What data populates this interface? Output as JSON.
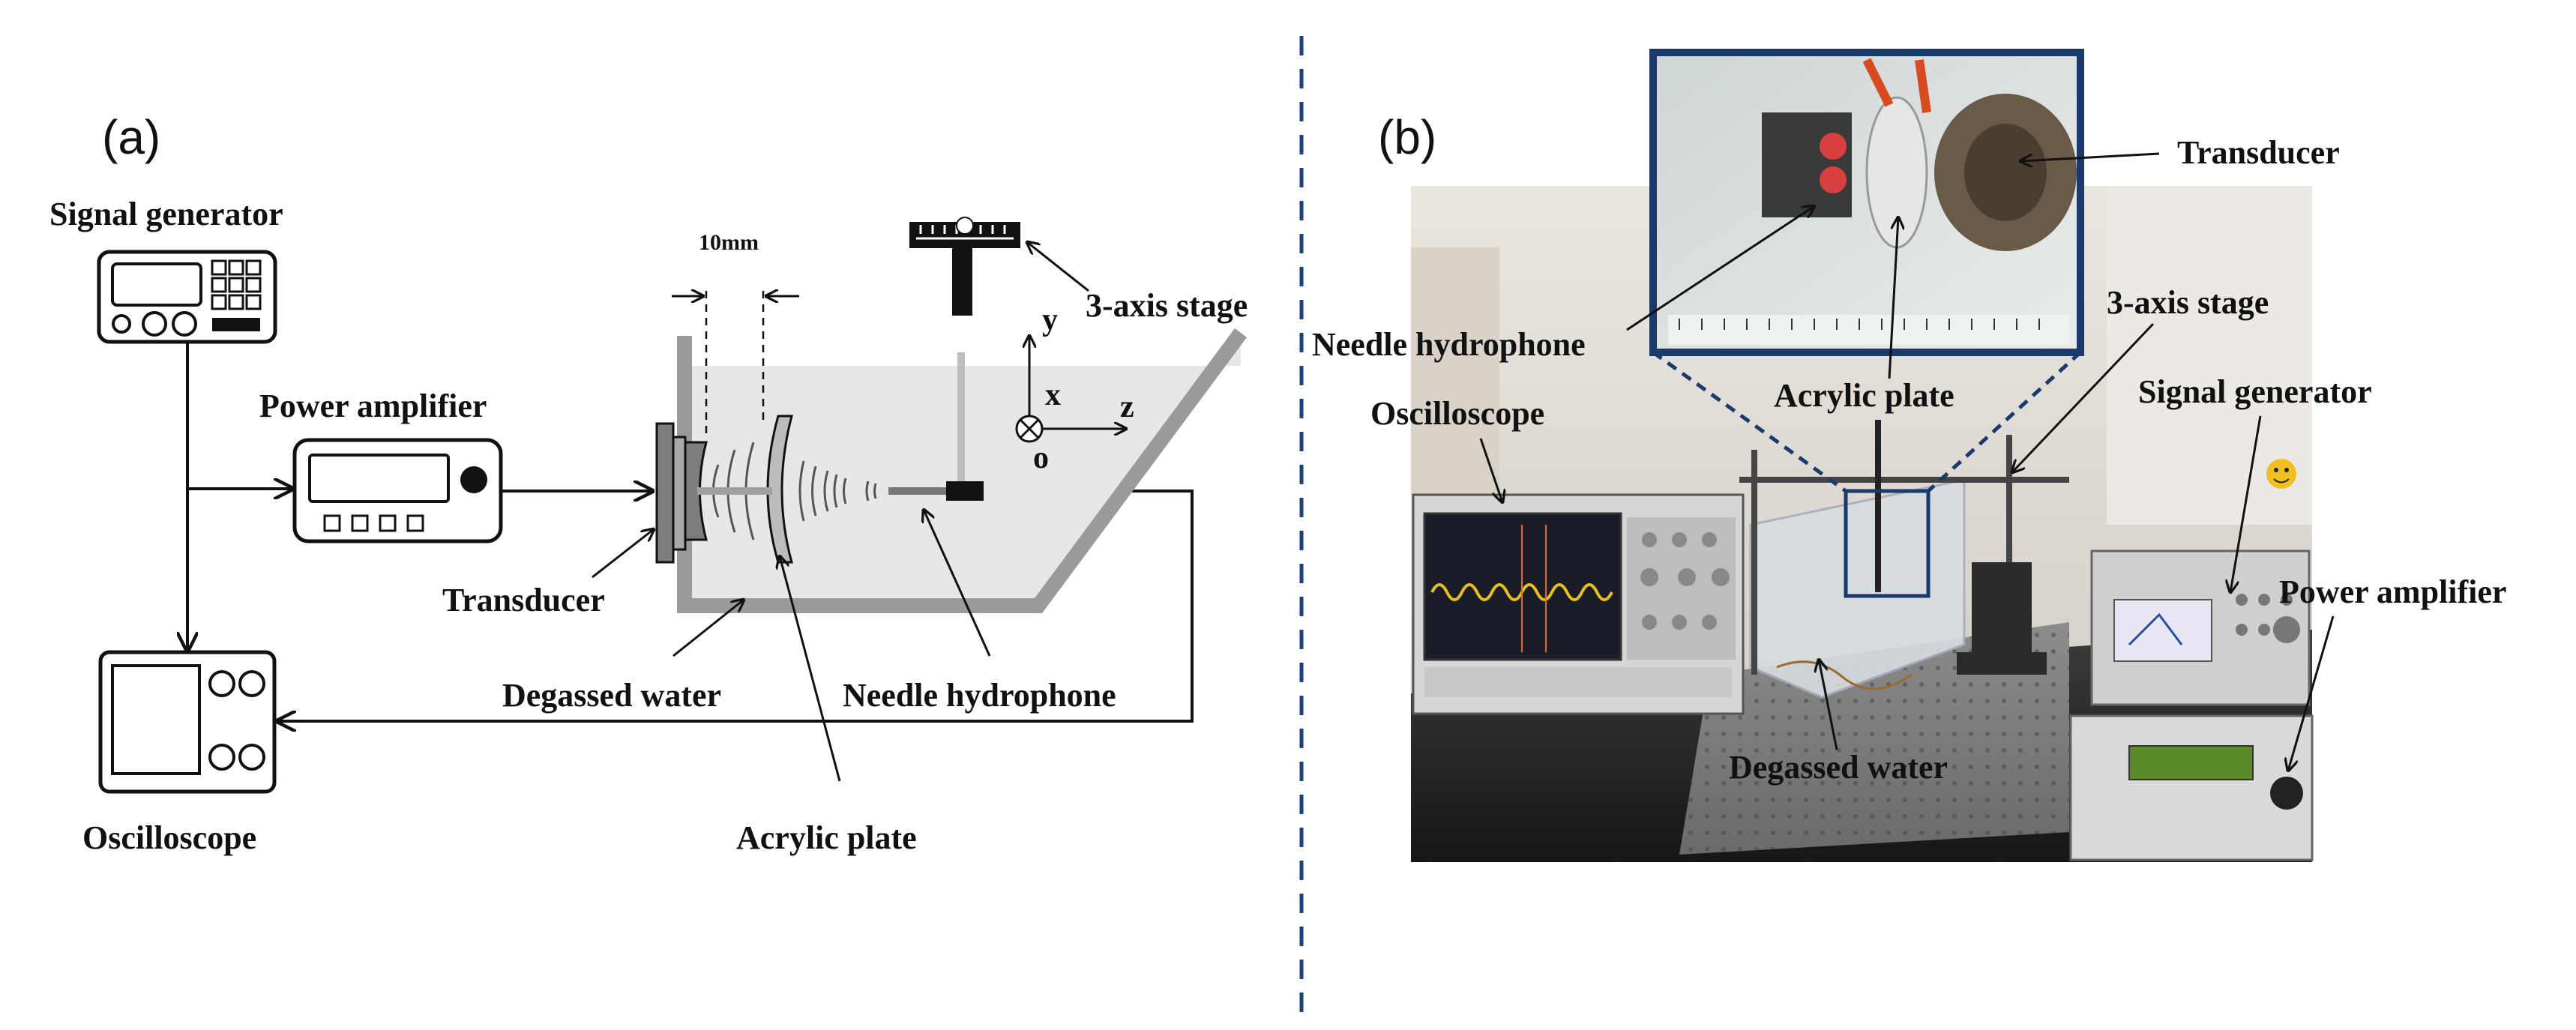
{
  "panel_a": {
    "tag": "(a)",
    "labels": {
      "signal_generator": "Signal generator",
      "power_amplifier": "Power amplifier",
      "transducer": "Transducer",
      "oscilloscope": "Oscilloscope",
      "degassed_water": "Degassed water",
      "needle_hydrophone": "Needle hydrophone",
      "acrylic_plate": "Acrylic plate",
      "stage_3axis": "3-axis stage",
      "distance": "10mm"
    },
    "axes": {
      "y": "y",
      "x": "x",
      "z": "z",
      "o": "o"
    }
  },
  "panel_b": {
    "tag": "(b)",
    "labels": {
      "transducer": "Transducer",
      "stage_3axis": "3-axis stage",
      "needle_hydrophone": "Needle hydrophone",
      "acrylic_plate": "Acrylic plate",
      "oscilloscope": "Oscilloscope",
      "signal_generator": "Signal generator",
      "power_amplifier": "Power amplifier",
      "degassed_water": "Degassed water"
    }
  },
  "colors": {
    "divider": "#1f3f7a",
    "inset_border": "#1b3a6b",
    "water": "#e7e7e7",
    "tank": "#9a9a9a",
    "wave": "#555555"
  }
}
